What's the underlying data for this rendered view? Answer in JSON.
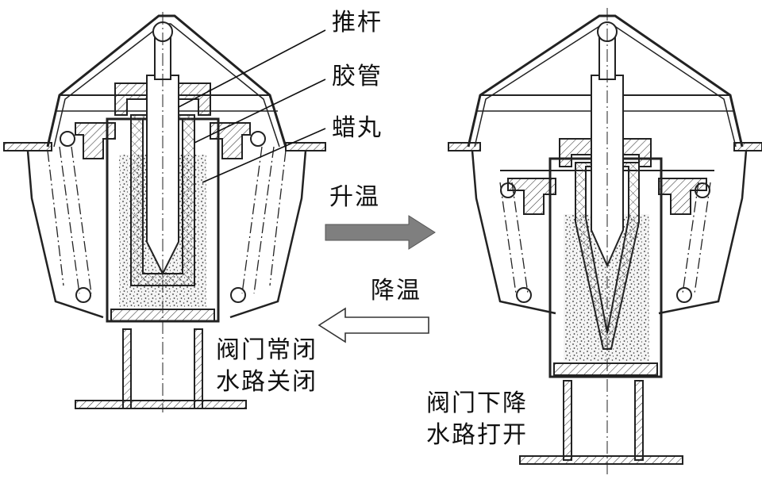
{
  "labels": {
    "push_rod": "推杆",
    "rubber_tube": "胶管",
    "wax_pellet": "蜡丸",
    "heat_up": "升温",
    "cool_down": "降温",
    "closed_line1": "阀门常闭",
    "closed_line2": "水路关闭",
    "open_line1": "阀门下降",
    "open_line2": "水路打开"
  },
  "colors": {
    "ink": "#222222",
    "arrow_heat": "#7f7f7f",
    "arrow_cool": "#ffffff",
    "wax": "#f2f2f2"
  }
}
